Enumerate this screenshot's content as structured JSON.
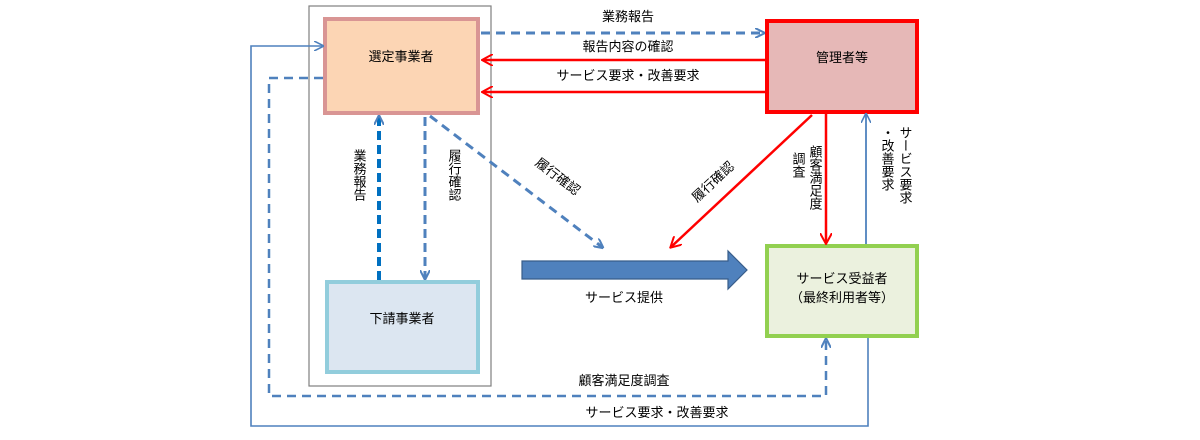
{
  "nodes": {
    "selected_contractor": "選定事業者",
    "manager": "管理者等",
    "subcontractor": "下請事業者",
    "beneficiary_line1": "サービス受益者",
    "beneficiary_line2": "（最終利用者等）"
  },
  "labels": {
    "business_report_top": "業務報告",
    "report_confirm": "報告内容の確認",
    "service_request_top": "サービス要求・改善要求",
    "business_report_vertical": "業務報告",
    "performance_check_vertical": "履行確認",
    "performance_check_diag_left": "履行確認",
    "performance_check_diag_right": "履行確認",
    "satisfaction_survey_vertical_a": "顧客満足度",
    "satisfaction_survey_vertical_b": "調査",
    "service_request_vertical_a": "サービス要求",
    "service_request_vertical_b": "・改善要求",
    "service_provision": "サービス提供",
    "satisfaction_survey_bottom": "顧客満足度調査",
    "service_request_bottom": "サービス要求・改善要求"
  },
  "colors": {
    "blue_line": "#4f81bd",
    "red_line": "#ff0000",
    "selected_fill": "#fcd5b4",
    "selected_border": "#d99594",
    "manager_fill": "#e6b8b7",
    "manager_border": "#ff0000",
    "sub_fill": "#dce6f1",
    "sub_border": "#92cddc",
    "beneficiary_fill": "#ebf1de",
    "beneficiary_border": "#92d050",
    "group_border": "#7f7f7f",
    "big_arrow": "#4f81bd"
  }
}
